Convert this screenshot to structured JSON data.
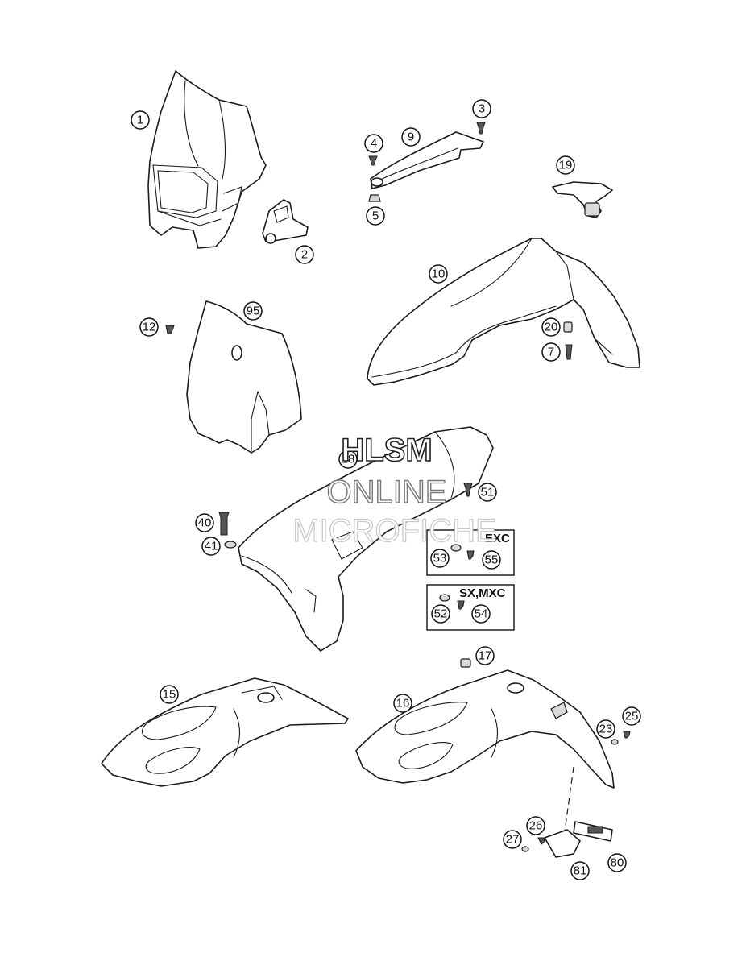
{
  "callouts": [
    {
      "id": "c1",
      "label": "1"
    },
    {
      "id": "c2",
      "label": "2"
    },
    {
      "id": "c3",
      "label": "3"
    },
    {
      "id": "c4",
      "label": "4"
    },
    {
      "id": "c5",
      "label": "5"
    },
    {
      "id": "c9",
      "label": "9"
    },
    {
      "id": "c19",
      "label": "19"
    },
    {
      "id": "c10",
      "label": "10"
    },
    {
      "id": "c12",
      "label": "12"
    },
    {
      "id": "c95",
      "label": "95"
    },
    {
      "id": "c20",
      "label": "20"
    },
    {
      "id": "c7",
      "label": "7"
    },
    {
      "id": "c18",
      "label": "18"
    },
    {
      "id": "c51",
      "label": "51"
    },
    {
      "id": "c40",
      "label": "40"
    },
    {
      "id": "c41",
      "label": "41"
    },
    {
      "id": "c53",
      "label": "53"
    },
    {
      "id": "c55",
      "label": "55"
    },
    {
      "id": "c52",
      "label": "52"
    },
    {
      "id": "c54",
      "label": "54"
    },
    {
      "id": "c17",
      "label": "17"
    },
    {
      "id": "c15",
      "label": "15"
    },
    {
      "id": "c16",
      "label": "16"
    },
    {
      "id": "c23",
      "label": "23"
    },
    {
      "id": "c25",
      "label": "25"
    },
    {
      "id": "c26",
      "label": "26"
    },
    {
      "id": "c27",
      "label": "27"
    },
    {
      "id": "c81",
      "label": "81"
    },
    {
      "id": "c80",
      "label": "80"
    }
  ],
  "variant_boxes": {
    "exc": "EXC",
    "sx_mxc": "SX,MXC"
  },
  "watermark": {
    "line1": "HLSM",
    "line2": "ONLINE",
    "line3": "MICROFICHE"
  }
}
